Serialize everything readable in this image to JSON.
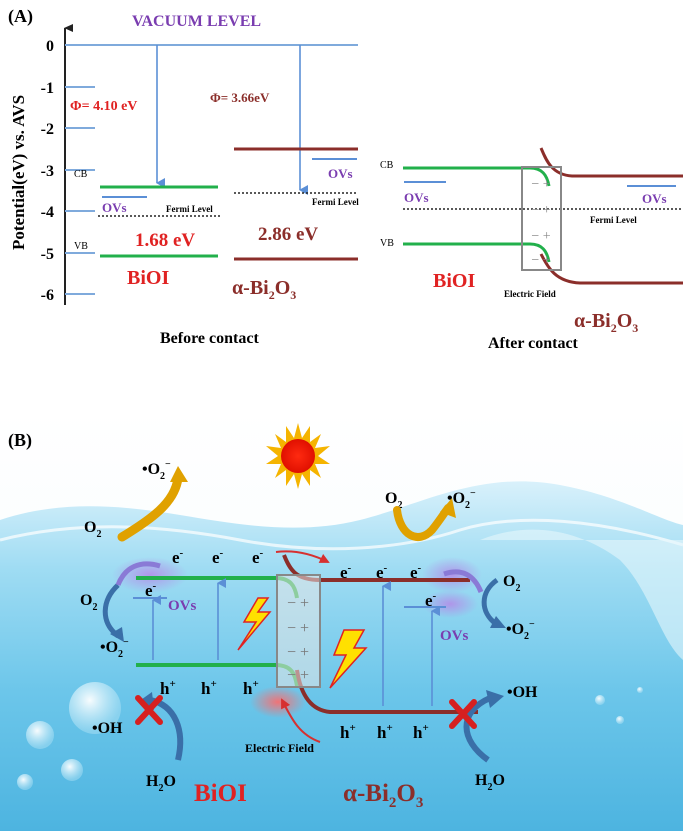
{
  "panelA": {
    "label": "(A)",
    "vacuum_level": "VACUUM LEVEL",
    "y_axis_label": "Potential(eV) vs. AVS",
    "y_ticks": [
      "0",
      "-1",
      "-2",
      "-3",
      "-4",
      "-5",
      "-6"
    ],
    "before": {
      "phi_biOI": "Φ= 4.10 eV",
      "phi_bi2o3": "Φ= 3.66eV",
      "cb_label": "CB",
      "vb_label": "VB",
      "ovs_biOI": "OVs",
      "ovs_bi2o3": "OVs",
      "fermi_biOI": "Fermi Level",
      "fermi_bi2o3": "Fermi Level",
      "gap_biOI": "1.68 eV",
      "gap_bi2o3": "2.86 eV",
      "name_biOI": "BiOI",
      "name_bi2o3_prefix": "α-Bi",
      "name_bi2o3_sub1": "2",
      "name_bi2o3_mid": "O",
      "name_bi2o3_sub2": "3",
      "caption": "Before contact"
    },
    "after": {
      "cb_label": "CB",
      "vb_label": "VB",
      "ovs_left": "OVs",
      "ovs_right": "OVs",
      "fermi": "Fermi Level",
      "name_biOI": "BiOI",
      "name_bi2o3_prefix": "α-Bi",
      "name_bi2o3_sub1": "2",
      "name_bi2o3_mid": "O",
      "name_bi2o3_sub2": "3",
      "electric_field": "Electric Field",
      "caption": "After contact"
    },
    "colors": {
      "biOI": "#22b04b",
      "bi2o3": "#8b2e2a",
      "ovs": "#7a3db0",
      "arrow": "#5b8fd6",
      "axis": "#7faadc",
      "phi_red": "#e02222"
    }
  },
  "panelB": {
    "label": "(B)",
    "electron": "e",
    "electron_sup": "-",
    "hole": "h",
    "hole_sup": "+",
    "superoxide": "•O",
    "superoxide_sub": "2",
    "superoxide_sup": "−",
    "oxygen": "O",
    "oxygen_sub": "2",
    "hydroxyl": "•OH",
    "water": "H",
    "water_sub": "2",
    "water_tail": "O",
    "ovs": "OVs",
    "electric_field": "Electric Field",
    "name_biOI": "BiOI",
    "name_bi2o3_prefix": "α-Bi",
    "name_bi2o3_sub1": "2",
    "name_bi2o3_mid": "O",
    "name_bi2o3_sub2": "3"
  }
}
